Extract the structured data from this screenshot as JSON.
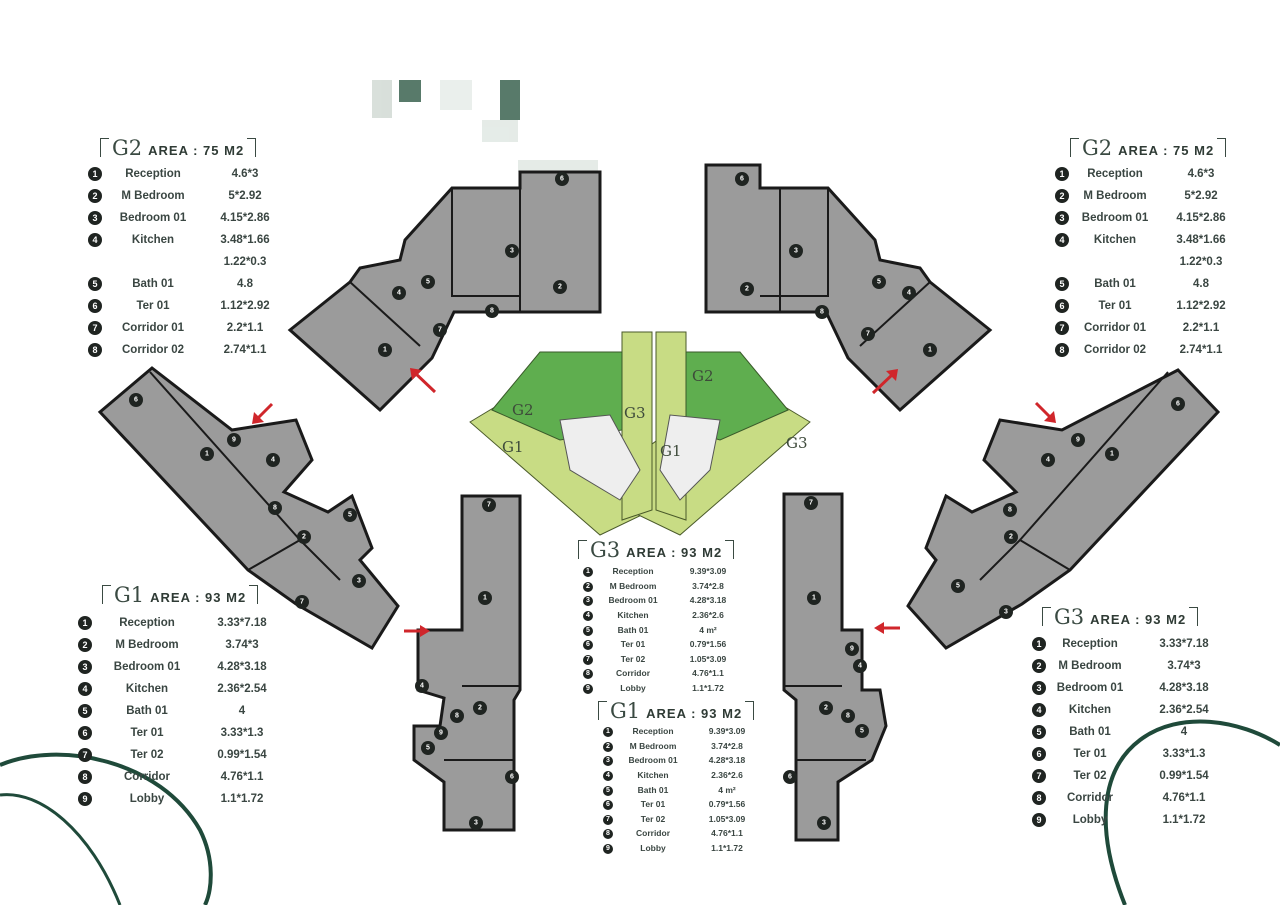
{
  "plan_labels": {
    "g1": "G1",
    "g2": "G2",
    "g3": "G3"
  },
  "tables": {
    "g2_left": {
      "unit": "G2",
      "area": "AREA : 75 M2",
      "rows": [
        {
          "n": "1",
          "label": "Reception",
          "value": "4.6*3"
        },
        {
          "n": "2",
          "label": "M Bedroom",
          "value": "5*2.92"
        },
        {
          "n": "3",
          "label": "Bedroom 01",
          "value": "4.15*2.86"
        },
        {
          "n": "4",
          "label": "Kitchen",
          "value": "3.48*1.66"
        },
        {
          "n": "",
          "label": "",
          "value": "1.22*0.3"
        },
        {
          "n": "5",
          "label": "Bath 01",
          "value": "4.8"
        },
        {
          "n": "6",
          "label": "Ter 01",
          "value": "1.12*2.92"
        },
        {
          "n": "7",
          "label": "Corridor 01",
          "value": "2.2*1.1"
        },
        {
          "n": "8",
          "label": "Corridor 02",
          "value": "2.74*1.1"
        }
      ]
    },
    "g2_right": {
      "unit": "G2",
      "area": "AREA : 75 M2",
      "rows": [
        {
          "n": "1",
          "label": "Reception",
          "value": "4.6*3"
        },
        {
          "n": "2",
          "label": "M Bedroom",
          "value": "5*2.92"
        },
        {
          "n": "3",
          "label": "Bedroom 01",
          "value": "4.15*2.86"
        },
        {
          "n": "4",
          "label": "Kitchen",
          "value": "3.48*1.66"
        },
        {
          "n": "",
          "label": "",
          "value": "1.22*0.3"
        },
        {
          "n": "5",
          "label": "Bath 01",
          "value": "4.8"
        },
        {
          "n": "6",
          "label": "Ter 01",
          "value": "1.12*2.92"
        },
        {
          "n": "7",
          "label": "Corridor 01",
          "value": "2.2*1.1"
        },
        {
          "n": "8",
          "label": "Corridor 02",
          "value": "2.74*1.1"
        }
      ]
    },
    "g1_left": {
      "unit": "G1",
      "area": "AREA : 93 M2",
      "rows": [
        {
          "n": "1",
          "label": "Reception",
          "value": "3.33*7.18"
        },
        {
          "n": "2",
          "label": "M Bedroom",
          "value": "3.74*3"
        },
        {
          "n": "3",
          "label": "Bedroom 01",
          "value": "4.28*3.18"
        },
        {
          "n": "4",
          "label": "Kitchen",
          "value": "2.36*2.54"
        },
        {
          "n": "5",
          "label": "Bath 01",
          "value": "4"
        },
        {
          "n": "6",
          "label": "Ter 01",
          "value": "3.33*1.3"
        },
        {
          "n": "7",
          "label": "Ter 02",
          "value": "0.99*1.54"
        },
        {
          "n": "8",
          "label": "Corridor",
          "value": "4.76*1.1"
        },
        {
          "n": "9",
          "label": "Lobby",
          "value": "1.1*1.72"
        }
      ]
    },
    "g3_right": {
      "unit": "G3",
      "area": "AREA : 93 M2",
      "rows": [
        {
          "n": "1",
          "label": "Reception",
          "value": "3.33*7.18"
        },
        {
          "n": "2",
          "label": "M Bedroom",
          "value": "3.74*3"
        },
        {
          "n": "3",
          "label": "Bedroom 01",
          "value": "4.28*3.18"
        },
        {
          "n": "4",
          "label": "Kitchen",
          "value": "2.36*2.54"
        },
        {
          "n": "5",
          "label": "Bath 01",
          "value": "4"
        },
        {
          "n": "6",
          "label": "Ter 01",
          "value": "3.33*1.3"
        },
        {
          "n": "7",
          "label": "Ter 02",
          "value": "0.99*1.54"
        },
        {
          "n": "8",
          "label": "Corridor",
          "value": "4.76*1.1"
        },
        {
          "n": "9",
          "label": "Lobby",
          "value": "1.1*1.72"
        }
      ]
    },
    "g3_center": {
      "unit": "G3",
      "area": "AREA : 93 M2",
      "rows": [
        {
          "n": "1",
          "label": "Reception",
          "value": "9.39*3.09"
        },
        {
          "n": "2",
          "label": "M Bedroom",
          "value": "3.74*2.8"
        },
        {
          "n": "3",
          "label": "Bedroom 01",
          "value": "4.28*3.18"
        },
        {
          "n": "4",
          "label": "Kitchen",
          "value": "2.36*2.6"
        },
        {
          "n": "5",
          "label": "Bath 01",
          "value": "4 m²"
        },
        {
          "n": "6",
          "label": "Ter 01",
          "value": "0.79*1.56"
        },
        {
          "n": "7",
          "label": "Ter 02",
          "value": "1.05*3.09"
        },
        {
          "n": "8",
          "label": "Corridor",
          "value": "4.76*1.1"
        },
        {
          "n": "9",
          "label": "Lobby",
          "value": "1.1*1.72"
        }
      ]
    },
    "g1_center": {
      "unit": "G1",
      "area": "AREA : 93 M2",
      "rows": [
        {
          "n": "1",
          "label": "Reception",
          "value": "9.39*3.09"
        },
        {
          "n": "2",
          "label": "M Bedroom",
          "value": "3.74*2.8"
        },
        {
          "n": "3",
          "label": "Bedroom 01",
          "value": "4.28*3.18"
        },
        {
          "n": "4",
          "label": "Kitchen",
          "value": "2.36*2.6"
        },
        {
          "n": "5",
          "label": "Bath 01",
          "value": "4 m²"
        },
        {
          "n": "6",
          "label": "Ter 01",
          "value": "0.79*1.56"
        },
        {
          "n": "7",
          "label": "Ter 02",
          "value": "1.05*3.09"
        },
        {
          "n": "8",
          "label": "Corridor",
          "value": "4.76*1.1"
        },
        {
          "n": "9",
          "label": "Lobby",
          "value": "1.1*1.72"
        }
      ]
    }
  },
  "colors": {
    "unit_fill": "#9b9b9b",
    "wall": "#1a1a1a",
    "key_light_green": "#c8dc84",
    "key_dark_green": "#5fae4f",
    "arrow_red": "#d0262b",
    "swoosh": "#1f4a3a"
  }
}
